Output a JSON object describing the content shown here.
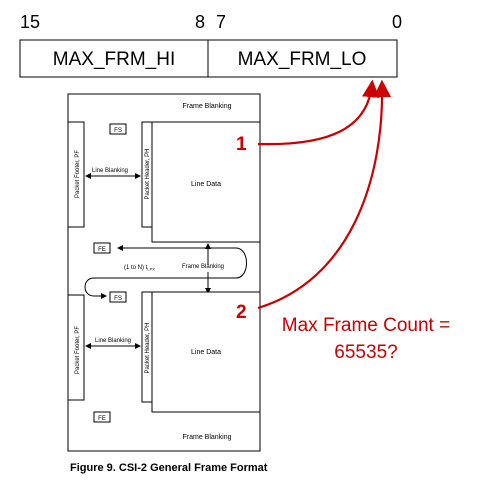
{
  "register": {
    "bit_15": "15",
    "bit_8": "8",
    "bit_7": "7",
    "bit_0": "0",
    "high_field": "MAX_FRM_HI",
    "low_field": "MAX_FRM_LO"
  },
  "frames": {
    "top_frame_blanking": "Frame Blanking",
    "fs_1": "FS",
    "packet_footer_1": "Packet Footer, PF",
    "line_blanking_1": "Line Blanking",
    "packet_header_1": "Packet Header, PH",
    "line_data_1": "Line Data",
    "fe_1": "FE",
    "inter_frame_count": "(1 to N) t",
    "inter_frame_sub": "LPX",
    "mid_frame_blanking": "Frame Blanking",
    "fs_2": "FS",
    "packet_footer_2": "Packet Footer, PF",
    "line_blanking_2": "Line Blanking",
    "packet_header_2": "Packet Header, PH",
    "line_data_2": "Line Data",
    "fe_2": "FE",
    "bottom_frame_blanking": "Frame Blanking"
  },
  "callouts": {
    "marker_1": "1",
    "marker_2": "2",
    "note_line1": "Max Frame Count =",
    "note_line2": "65535?"
  },
  "caption": "Figure 9.  CSI-2 General Frame Format",
  "colors": {
    "accent": "#cc0000",
    "ink": "#000000"
  }
}
